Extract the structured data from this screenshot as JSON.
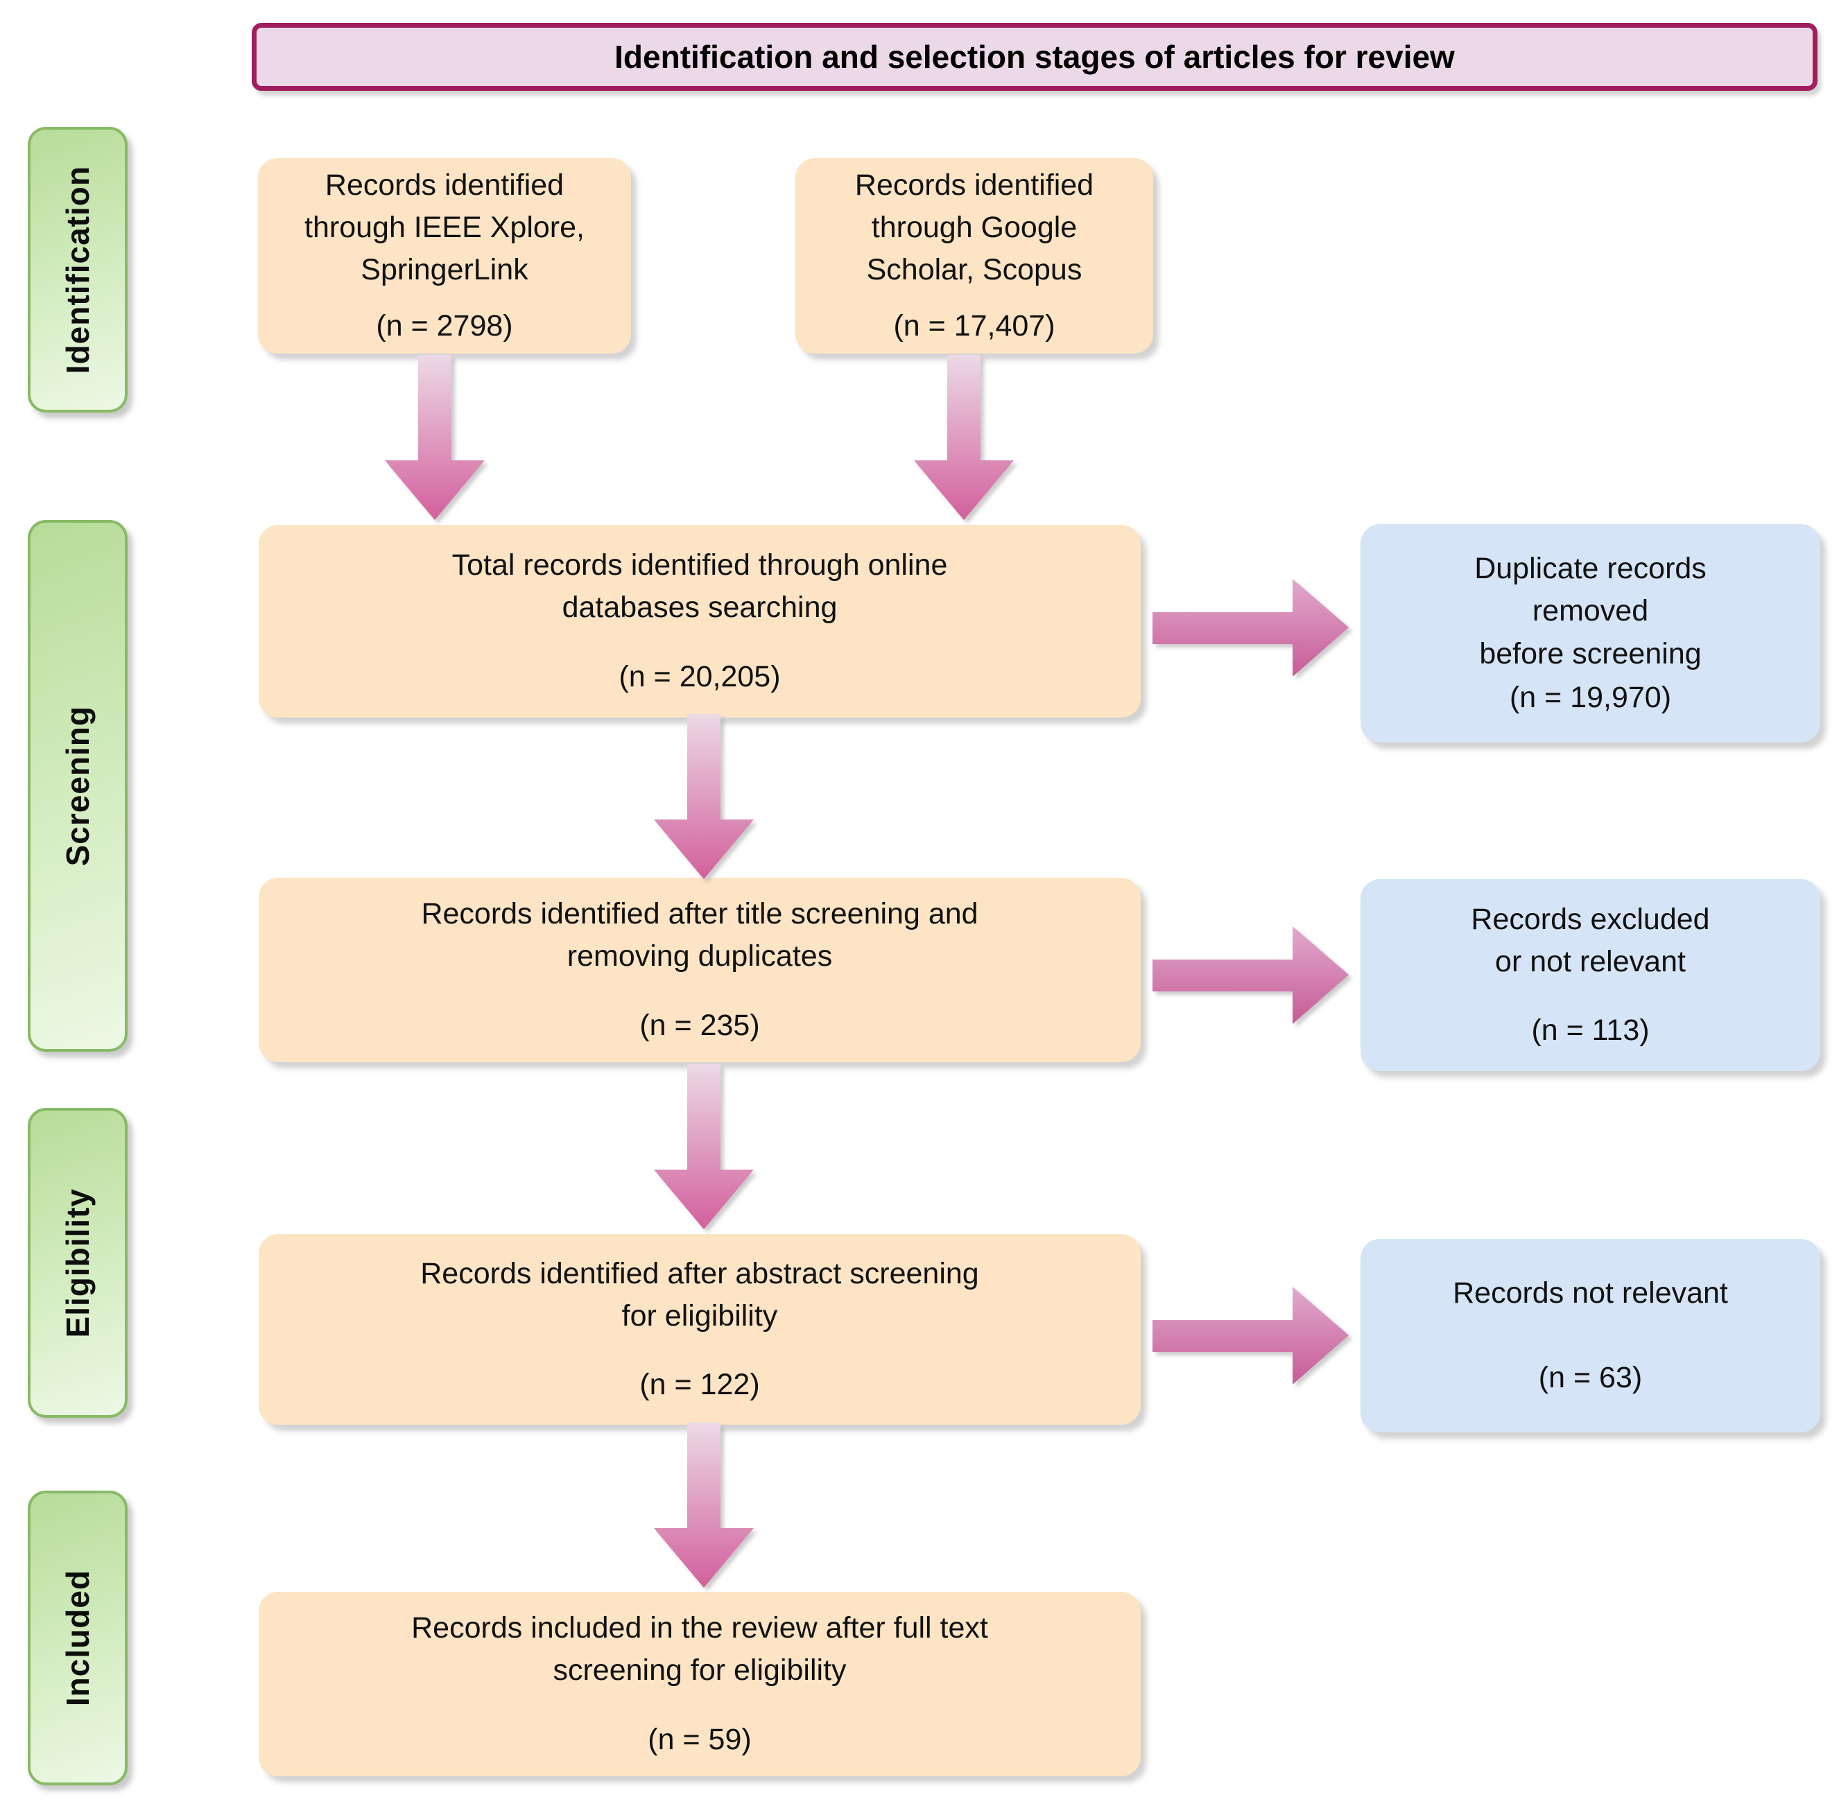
{
  "title": {
    "text": "Identification and selection stages of articles for review"
  },
  "stages": [
    {
      "label": "Identification"
    },
    {
      "label": "Screening"
    },
    {
      "label": "Eligibility"
    },
    {
      "label": "Included"
    }
  ],
  "flow": {
    "source1": {
      "text": "Records identified\nthrough IEEE Xplore,\nSpringerLink",
      "count": "(n = 2798)"
    },
    "source2": {
      "text": "Records identified\nthrough Google\nScholar, Scopus",
      "count": "(n = 17,407)"
    },
    "total": {
      "text": "Total records identified through online\ndatabases searching",
      "count": "(n = 20,205)"
    },
    "title_screening": {
      "text": "Records identified after title screening and\nremoving duplicates",
      "count": "(n = 235)"
    },
    "abstract_screening": {
      "text": "Records identified after abstract screening\nfor eligibility",
      "count": "(n = 122)"
    },
    "full_text": {
      "text": "Records included in the review after full text\nscreening for eligibility",
      "count": "(n = 59)"
    },
    "duplicates_removed": {
      "text": "Duplicate records\nremoved\nbefore screening",
      "count": "(n = 19,970)"
    },
    "excluded": {
      "text": "Records excluded\nor not relevant",
      "count": "(n = 113)"
    },
    "not_relevant": {
      "text": "Records not relevant",
      "count": "(n = 63)"
    }
  },
  "colors": {
    "title_border": "#a01d5e",
    "title_fill": "#ecd9e8",
    "stage_fill": "#c7e5ab",
    "stage_border": "#88ba66",
    "process_box_fill": "#fce4c5",
    "result_box_fill": "#d5e4f6",
    "arrow_light": "#e9d0e0",
    "arrow_dark": "#d2609c",
    "text": "#111111"
  }
}
